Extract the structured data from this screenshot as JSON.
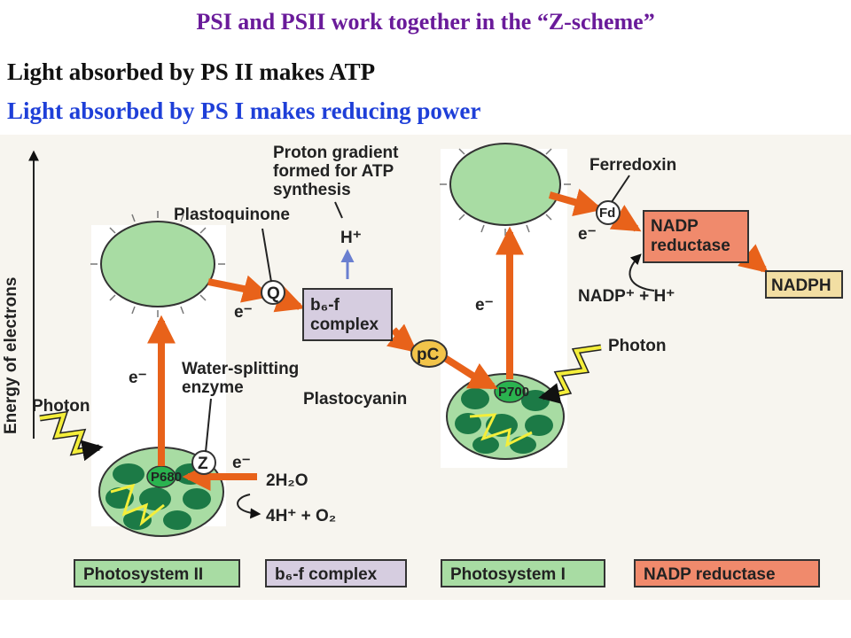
{
  "title": {
    "pre": "PSI and PSII work together in the ",
    "q1": "“",
    "name": "Z-scheme",
    "q2": "”"
  },
  "lines": [
    "Light absorbed by PS II makes ATP",
    "Light absorbed by PS I makes reducing power"
  ],
  "diagram": {
    "y_axis_label": "Energy of electrons",
    "electron_label": "e⁻",
    "photon_label": "Photon",
    "plastoquinone": "Plastoquinone",
    "q_label": "Q",
    "z_label": "Z",
    "pc_label": "pC",
    "fd_label": "Fd",
    "proton_gradient": [
      "Proton gradient",
      "formed for ATP",
      "synthesis"
    ],
    "h_plus": "H⁺",
    "b6f_box": [
      "b₆-f",
      "complex"
    ],
    "water_enzyme": [
      "Water-splitting",
      "enzyme"
    ],
    "plastocyanin": "Plastocyanin",
    "ferredoxin": "Ferredoxin",
    "nadp_box": [
      "NADP",
      "reductase"
    ],
    "nadp_input": "NADP⁺ + H⁺",
    "nadph": "NADPH",
    "water": "2H₂O",
    "oxygen": "4H⁺ + O₂",
    "p680": "P680",
    "p700": "P700"
  },
  "legend": [
    "Photosystem II",
    "b₆-f complex",
    "Photosystem I",
    "NADP reductase"
  ],
  "colors": {
    "orange": "#e8621a",
    "green": "#a8dca3",
    "dark_green": "#1c7a46",
    "purple_box": "#d6cde0",
    "salmon": "#f08a6c",
    "tan": "#f2dea3",
    "yellow": "#f4ee3a"
  }
}
